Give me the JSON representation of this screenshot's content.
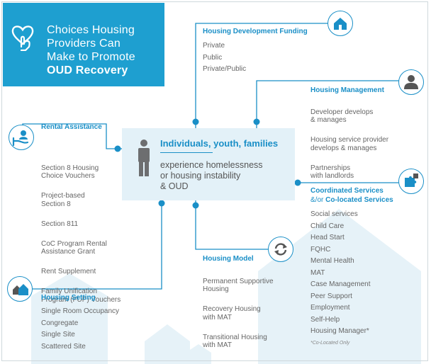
{
  "title": {
    "line1": "Choices Housing",
    "line2": "Providers Can",
    "line3": "Make to Promote",
    "line4": "OUD Recovery"
  },
  "center": {
    "title": "Individuals, youth, families",
    "sub_line1": "experience homelessness",
    "sub_line2": "or housing instability",
    "sub_line3": "& OUD"
  },
  "housing_development_funding": {
    "title": "Housing Development Funding",
    "items": [
      "Private",
      "Public",
      "Private/Public"
    ]
  },
  "housing_management": {
    "title": "Housing Management",
    "items": [
      "Developer develops\n& manages",
      "Housing service provider\ndevelops & manages",
      "Partnerships\nwith landlords"
    ]
  },
  "rental_assistance": {
    "title": "Rental Assistance",
    "items": [
      "Section 8 Housing\nChoice Vouchers",
      "Project-based\nSection 8",
      "Section 811",
      "CoC Program Rental\nAssistance Grant",
      "Rent Supplement",
      "Family Unification\nProgram (FUP) Vouchers"
    ]
  },
  "coordinated_services": {
    "title_part1": "Coordinated Services",
    "title_part2": "&/or ",
    "title_part3": "Co-located Services",
    "items": [
      "Social services",
      "Child Care",
      "Head Start",
      "FQHC",
      "Mental Health",
      "MAT",
      "Case Management",
      "Peer Support",
      "Employment",
      "Self-Help",
      "Housing Manager*"
    ],
    "footnote": "*Co-Located Only"
  },
  "housing_model": {
    "title": "Housing Model",
    "items": [
      "Permanent Supportive\nHousing",
      "Recovery Housing\nwith MAT",
      "Transitional Housing\nwith MAT"
    ]
  },
  "housing_setting": {
    "title": "Housing Setting",
    "items": [
      "Single Room Occupancy",
      "Congregate",
      "Single Site",
      "Scattered Site"
    ]
  },
  "colors": {
    "accent": "#1a8fc7",
    "title_bg": "#1e9fd0",
    "center_bg": "#e3f1f8",
    "house_bg": "#e6f2f8",
    "text": "#666666"
  },
  "icons": {
    "title": "heart-hand-icon",
    "center": "person-icon",
    "housing_development_funding": "house-icon",
    "housing_management": "manager-icon",
    "rental_assistance": "hand-person-icon",
    "coordinated_services": "puzzle-icon",
    "housing_model": "cycle-arrows-icon",
    "housing_setting": "houses-icon"
  }
}
